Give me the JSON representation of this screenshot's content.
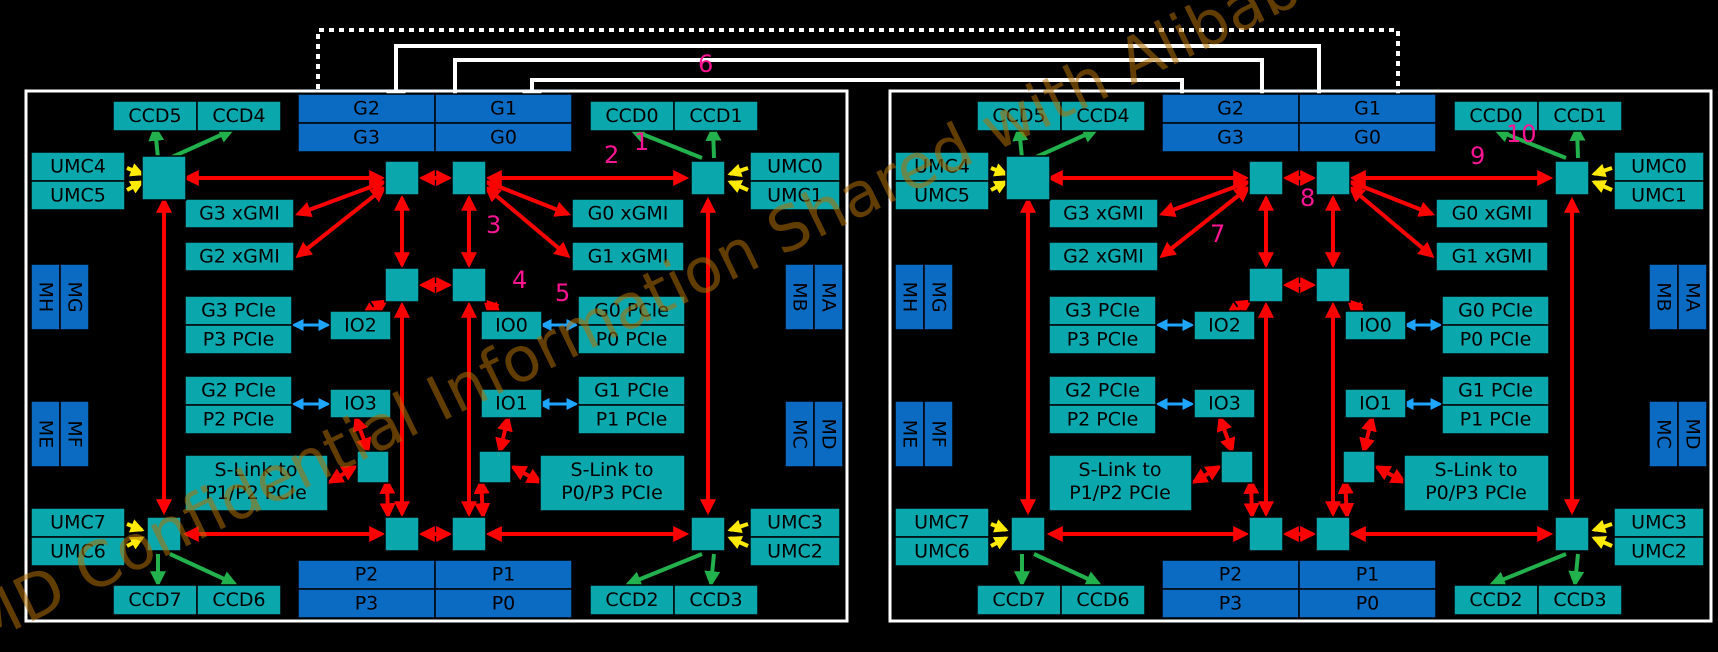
{
  "colors": {
    "background": "#000000",
    "teal_block": "#0aa7ad",
    "blue_block": "#0b6bc3",
    "red_link": "#ff0000",
    "green_link": "#22b14c",
    "yellow_link": "#ffea00",
    "cyan_link": "#1ea5ff",
    "frame": "#ffffff",
    "annotation": "#ff1493",
    "watermark": "#b07000"
  },
  "watermark": "AMD Confidential Information Shared with Alibaba",
  "labels": {
    "ccd0": "CCD0",
    "ccd1": "CCD1",
    "ccd2": "CCD2",
    "ccd3": "CCD3",
    "ccd4": "CCD4",
    "ccd5": "CCD5",
    "ccd6": "CCD6",
    "ccd7": "CCD7",
    "umc0": "UMC0",
    "umc1": "UMC1",
    "umc2": "UMC2",
    "umc3": "UMC3",
    "umc4": "UMC4",
    "umc5": "UMC5",
    "umc6": "UMC6",
    "umc7": "UMC7",
    "g0": "G0",
    "g1": "G1",
    "g2": "G2",
    "g3": "G3",
    "p0": "P0",
    "p1": "P1",
    "p2": "P2",
    "p3": "P3",
    "ma": "MA",
    "mb": "MB",
    "mc": "MC",
    "md": "MD",
    "me": "ME",
    "mf": "MF",
    "mg": "MG",
    "mh": "MH",
    "g0_xgmi": "G0 xGMI",
    "g1_xgmi": "G1 xGMI",
    "g2_xgmi": "G2 xGMI",
    "g3_xgmi": "G3 xGMI",
    "g0_pcie": "G0 PCIe",
    "g1_pcie": "G1 PCIe",
    "g2_pcie": "G2 PCIe",
    "g3_pcie": "G3 PCIe",
    "p0_pcie": "P0 PCIe",
    "p1_pcie": "P1 PCIe",
    "p2_pcie": "P2 PCIe",
    "p3_pcie": "P3 PCIe",
    "io0": "IO0",
    "io1": "IO1",
    "io2": "IO2",
    "io3": "IO3",
    "slink_left_1": "S-Link to",
    "slink_left_2": "P1/P2 PCIe",
    "slink_right_1": "S-Link to",
    "slink_right_2": "P0/P3 PCIe"
  },
  "annotations": {
    "left": [
      "2",
      "1",
      "3",
      "4",
      "5",
      "6"
    ],
    "right": [
      "9",
      "10",
      "8",
      "7"
    ]
  }
}
